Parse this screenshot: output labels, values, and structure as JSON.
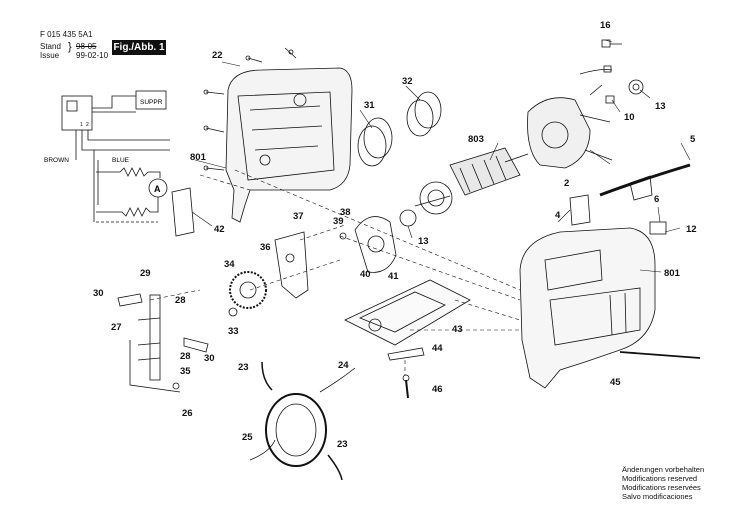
{
  "header": {
    "doc_number": "F 015 435 5A1",
    "stand_label": "Stand",
    "stand_value": "98-05",
    "issue_label": "Issue",
    "issue_value": "99-02-10",
    "fig_label": "Fig./Abb. 1"
  },
  "wiring": {
    "suppr_label": "SUPPR",
    "brown_label": "BROWN",
    "blue_label": "BLUE",
    "motor_label": "A",
    "terminal_labels": [
      "1",
      "2"
    ]
  },
  "parts": [
    {
      "id": "p2",
      "label": "2"
    },
    {
      "id": "p4",
      "label": "4"
    },
    {
      "id": "p5",
      "label": "5"
    },
    {
      "id": "p6",
      "label": "6"
    },
    {
      "id": "p10",
      "label": "10"
    },
    {
      "id": "p12",
      "label": "12"
    },
    {
      "id": "p13a",
      "label": "13"
    },
    {
      "id": "p13b",
      "label": "13"
    },
    {
      "id": "p16",
      "label": "16"
    },
    {
      "id": "p22",
      "label": "22"
    },
    {
      "id": "p23a",
      "label": "23"
    },
    {
      "id": "p23b",
      "label": "23"
    },
    {
      "id": "p24",
      "label": "24"
    },
    {
      "id": "p25",
      "label": "25"
    },
    {
      "id": "p26",
      "label": "26"
    },
    {
      "id": "p27",
      "label": "27"
    },
    {
      "id": "p28a",
      "label": "28"
    },
    {
      "id": "p28b",
      "label": "28"
    },
    {
      "id": "p29",
      "label": "29"
    },
    {
      "id": "p30a",
      "label": "30"
    },
    {
      "id": "p30b",
      "label": "30"
    },
    {
      "id": "p31",
      "label": "31"
    },
    {
      "id": "p32",
      "label": "32"
    },
    {
      "id": "p33",
      "label": "33"
    },
    {
      "id": "p34",
      "label": "34"
    },
    {
      "id": "p35",
      "label": "35"
    },
    {
      "id": "p36",
      "label": "36"
    },
    {
      "id": "p37",
      "label": "37"
    },
    {
      "id": "p38",
      "label": "38"
    },
    {
      "id": "p39",
      "label": "39"
    },
    {
      "id": "p40",
      "label": "40"
    },
    {
      "id": "p41",
      "label": "41"
    },
    {
      "id": "p42",
      "label": "42"
    },
    {
      "id": "p43",
      "label": "43"
    },
    {
      "id": "p44",
      "label": "44"
    },
    {
      "id": "p45",
      "label": "45"
    },
    {
      "id": "p46",
      "label": "46"
    },
    {
      "id": "p801a",
      "label": "801"
    },
    {
      "id": "p801b",
      "label": "801"
    },
    {
      "id": "p803",
      "label": "803"
    }
  ],
  "notes": [
    "Änderungen vorbehalten",
    "Modifications reserved",
    "Modifications reservées",
    "Salvo modificaciones"
  ]
}
